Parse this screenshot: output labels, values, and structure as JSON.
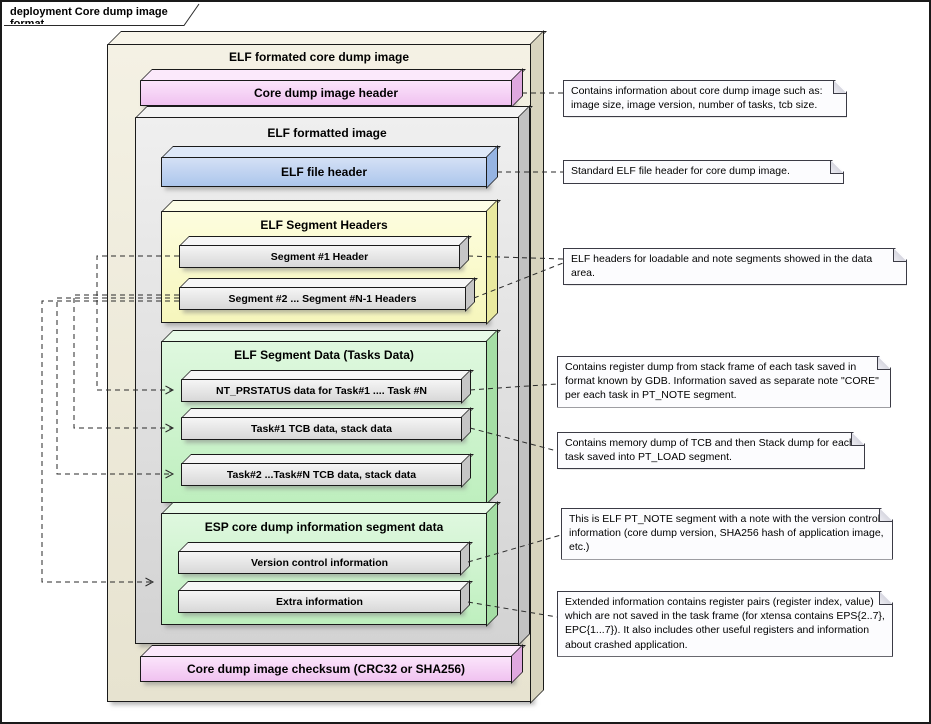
{
  "frame": {
    "title": "deployment Core dump image format"
  },
  "nodes": {
    "outer": "ELF formated core dump image",
    "header": "Core dump image header",
    "elf_image": "ELF formatted image",
    "elf_file_header": "ELF file header",
    "segment_headers": "ELF Segment Headers",
    "segment1": "Segment #1 Header",
    "segment2": "Segment #2 ... Segment #N-1 Headers",
    "segment_data": "ELF Segment Data (Tasks Data)",
    "nt_prstatus": "NT_PRSTATUS data for Task#1 .... Task #N",
    "task1_tcb": "Task#1 TCB data, stack data",
    "task2_tcb": "Task#2 ...Task#N TCB data,  stack data",
    "esp_info": "ESP core dump information segment data",
    "version_control": "Version control information",
    "extra_info": "Extra information",
    "checksum": "Core dump image checksum (CRC32 or SHA256)"
  },
  "notes": [
    {
      "text": "Contains information about core dump image such as: image size, image version, number of tasks, tcb size."
    },
    {
      "text": "Standard ELF file header for core dump image."
    },
    {
      "text": "ELF headers for loadable and note segments showed in the data area."
    },
    {
      "text": "Contains register dump from stack frame of each task saved in format known by GDB. Information saved as separate note \"CORE\" per each task in PT_NOTE segment."
    },
    {
      "text": "Contains memory dump of TCB and then Stack dump for each task saved into PT_LOAD segment."
    },
    {
      "text": "This is ELF PT_NOTE segment with a note with the version control information (core dump version, SHA256 hash of application image, etc.)"
    },
    {
      "text": "Extended information contains register pairs (register index, value) which are not saved in the task frame (for xtensa contains EPS{2..7}, EPC{1...7}). It also includes other useful registers and information about crashed application."
    }
  ],
  "colors": {
    "outer_node": "#EDE9DA",
    "header_node": "#F4CCF4",
    "elf_image_node": "#DCDCDC",
    "elf_file_header_node": "#BCCFEE",
    "segment_headers_node": "#FAFACA",
    "segment_data_node": "#CCF2CC",
    "inner_box": "#E2E2E2",
    "note_background": "#FCFCFE",
    "line": "#2A2A2A"
  }
}
